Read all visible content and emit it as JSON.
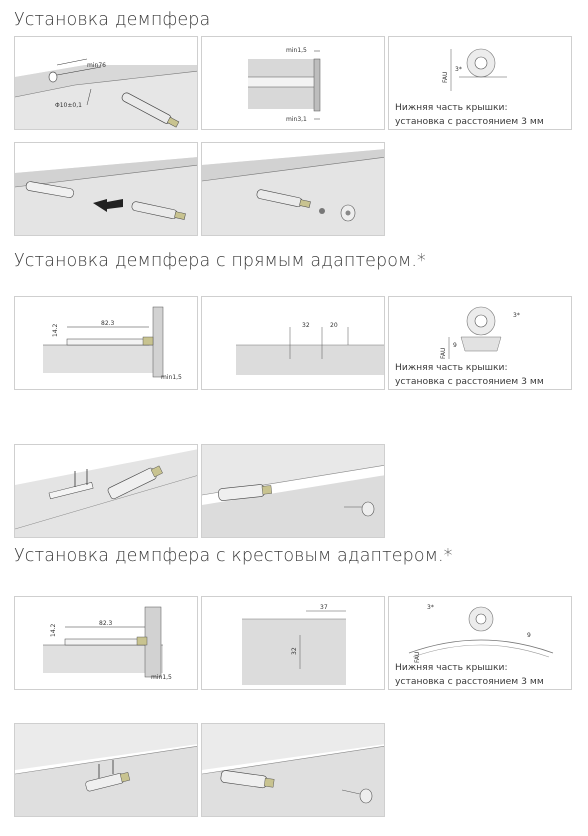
{
  "sections": [
    {
      "title": "Установка демпфера"
    },
    {
      "title": "Установка демпфера с прямым адаптером.*"
    },
    {
      "title": "Установка демпфера с крестовым адаптером.*"
    }
  ],
  "dims": {
    "min76": "min76",
    "phi10": "Φ10±0,1",
    "min1_5": "min1,5",
    "min3_1": "min3,1",
    "fau": "FAU",
    "three": "3*",
    "d14_2": "14.2",
    "d82_3": "82.3",
    "d32": "32",
    "d20": "20",
    "d9": "9",
    "d37": "37"
  },
  "notes": {
    "line1": "Нижняя часть крышки:",
    "line2": "установка с расстоянием 3 мм"
  },
  "colors": {
    "panel_fill": "#e3e3e3",
    "panel_dark": "#cdcdcd",
    "line": "#555555",
    "part_fill": "#d9d6c8"
  }
}
